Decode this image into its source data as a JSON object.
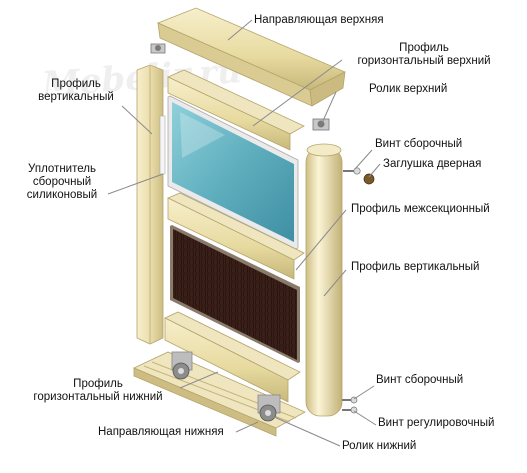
{
  "watermark": "Mebelir.ru",
  "colors": {
    "profile": "#ede3b5",
    "profile_shade": "#c9bb84",
    "glass": "#6fb8c4",
    "wood": "#3a2018",
    "leader": "#7a7a7a"
  },
  "labels": {
    "top_guide": "Направляющая верхняя",
    "top_horizontal_profile_1": "Профиль",
    "top_horizontal_profile_2": "горизонтальный верхний",
    "top_roller": "Ролик верхний",
    "left_vertical_profile_1": "Профиль",
    "left_vertical_profile_2": "вертикальный",
    "assembly_screw_top": "Винт сборочный",
    "door_cap": "Заглушка дверная",
    "silicone_seal_1": "Уплотнитель",
    "silicone_seal_2": "сборочный",
    "silicone_seal_3": "силиконовый",
    "middle_profile": "Профиль межсекционный",
    "right_vertical_profile": "Профиль вертикальный",
    "assembly_screw_bottom": "Винт сборочный",
    "bottom_horizontal_profile_1": "Профиль",
    "bottom_horizontal_profile_2": "горизонтальный нижний",
    "adjusting_screw": "Винт регулировочный",
    "bottom_guide": "Направляющая нижняя",
    "bottom_roller": "Ролик нижний"
  }
}
